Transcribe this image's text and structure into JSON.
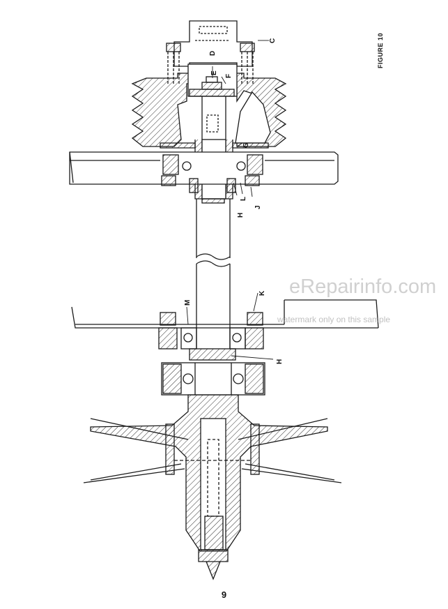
{
  "figure": {
    "title": "FIGURE 10"
  },
  "page": {
    "number": "9"
  },
  "watermark": {
    "brand": "eRepairinfo.com",
    "note": "watermark only on this sample"
  },
  "callouts": {
    "C": "C",
    "D": "D",
    "E": "E",
    "F": "F",
    "G": "G",
    "H1": "H",
    "J": "J",
    "L": "L",
    "K": "K",
    "M": "M",
    "H2": "H"
  },
  "colors": {
    "line": "#1a1a1a",
    "hatch": "#333333",
    "paper": "#ffffff"
  }
}
